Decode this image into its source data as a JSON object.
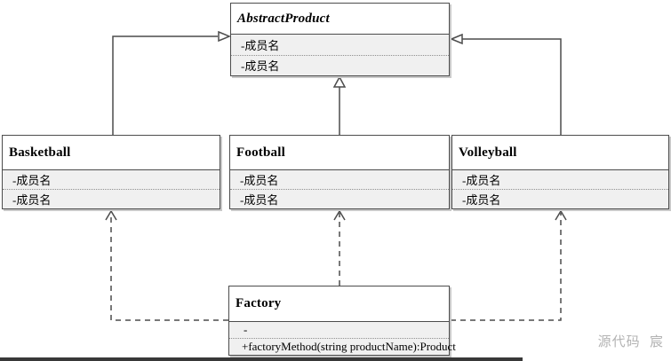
{
  "classes": {
    "abstract_product": {
      "name": "AbstractProduct",
      "stereotype": "abstract",
      "members": [
        "-成员名",
        "-成员名"
      ]
    },
    "basketball": {
      "name": "Basketball",
      "members": [
        "-成员名",
        "-成员名"
      ]
    },
    "football": {
      "name": "Football",
      "members": [
        "-成员名",
        "-成员名"
      ]
    },
    "volleyball": {
      "name": "Volleyball",
      "members": [
        "-成员名",
        "-成员名"
      ]
    },
    "factory": {
      "name": "Factory",
      "fields": [
        "-"
      ],
      "methods": [
        "+factoryMethod(string productName):Product"
      ]
    }
  },
  "relations": [
    {
      "from": "Basketball",
      "to": "AbstractProduct",
      "type": "generalization",
      "line": "solid",
      "arrow": "hollow-triangle"
    },
    {
      "from": "Football",
      "to": "AbstractProduct",
      "type": "generalization",
      "line": "solid",
      "arrow": "hollow-triangle"
    },
    {
      "from": "Volleyball",
      "to": "AbstractProduct",
      "type": "generalization",
      "line": "solid",
      "arrow": "hollow-triangle"
    },
    {
      "from": "Factory",
      "to": "Basketball",
      "type": "dependency",
      "line": "dashed",
      "arrow": "open"
    },
    {
      "from": "Factory",
      "to": "Football",
      "type": "dependency",
      "line": "dashed",
      "arrow": "open"
    },
    {
      "from": "Factory",
      "to": "Volleyball",
      "type": "dependency",
      "line": "dashed",
      "arrow": "open"
    }
  ],
  "watermark": "源代码  宸",
  "colors": {
    "line": "#4c4c4c",
    "box_border": "#4c4c4c",
    "title_bg": "#ffffff",
    "member_bg": "#f0f0f0",
    "shadow": "#c9c9c9",
    "watermark": "#b3b3b3",
    "bottom_bar": "#383838"
  }
}
